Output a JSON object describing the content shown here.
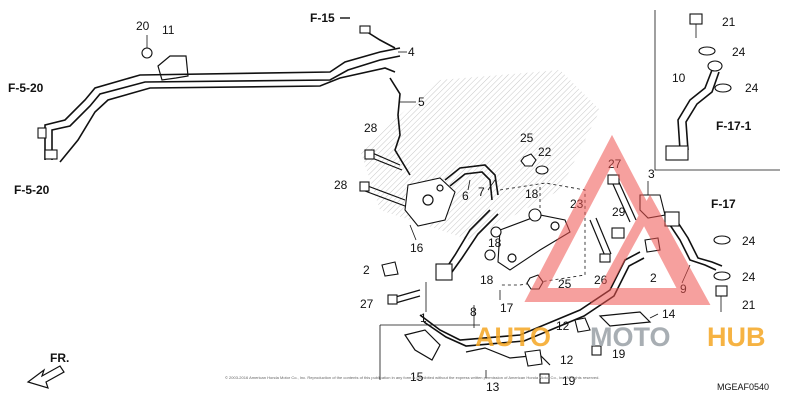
{
  "diagram": {
    "drawing_code": "MGEAF0540",
    "copyright_text": "© 2003-2016 American Honda Motor Co., Inc. Reproduction of the contents of this publication in any form is prohibited without the express written permission of American Honda Motor Co., Inc. All rights reserved.",
    "direction_label": "FR.",
    "references": [
      "F-15",
      "F-5-20",
      "F-5-20",
      "F-17-1",
      "F-17"
    ],
    "callouts": [
      "20",
      "11",
      "4",
      "5",
      "28",
      "28",
      "16",
      "6",
      "7",
      "18",
      "18",
      "18",
      "25",
      "22",
      "23",
      "27",
      "3",
      "29",
      "26",
      "2",
      "2",
      "27",
      "1",
      "8",
      "17",
      "25",
      "10",
      "21",
      "24",
      "24",
      "24",
      "24",
      "21",
      "9",
      "14",
      "12",
      "12",
      "19",
      "15",
      "13",
      "19"
    ]
  },
  "watermark": {
    "brand_part_1": "AUTO",
    "brand_part_2": "MOTO",
    "brand_part_3": "HUB",
    "color_1": "#f5a623",
    "color_2": "#9aa0a6",
    "triangle_color": "#ef5350"
  },
  "colors": {
    "line": "#111111",
    "background": "#ffffff",
    "hatch": "#c8c8c8"
  }
}
